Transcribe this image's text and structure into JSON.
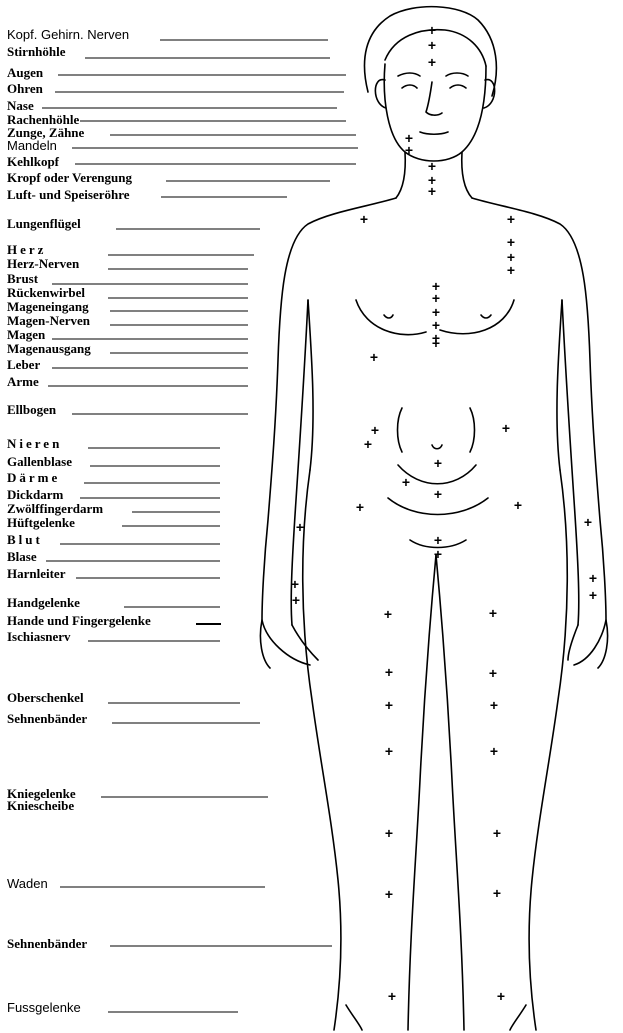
{
  "labels": [
    "Kopf. Gehirn. Nerven",
    "Stirnhöhle",
    "Augen",
    "Ohren",
    "Nase",
    "Rachenhöhle",
    "Zunge, Zähne",
    "Mandeln",
    "Kehlkopf",
    "Kropf oder Verengung",
    "Luft- und Speiseröhre",
    "Lungenflügel",
    "Herz",
    "Herz-Nerven",
    "Brust",
    "Rückenwirbel",
    "Mageneingang",
    "Magen-Nerven",
    "Magen",
    "Magenausgang",
    "Leber",
    "Arme",
    "Ellbogen",
    "Nieren",
    "Gallenblase",
    "Därme",
    "Dickdarm",
    "Zwölffingerdarm",
    "Hüftgelenke",
    "Blut",
    "Blase",
    "Harnleiter",
    "Handgelenke",
    "Hande und Fingergelenke",
    "Ischiasnerv",
    "Oberschenkel",
    "Sehnenbänder",
    "Kniegelenke",
    "Kniescheibe",
    "Waden",
    "Sehnenbänder",
    "Fussgelenke"
  ],
  "marker_glyph": "+"
}
